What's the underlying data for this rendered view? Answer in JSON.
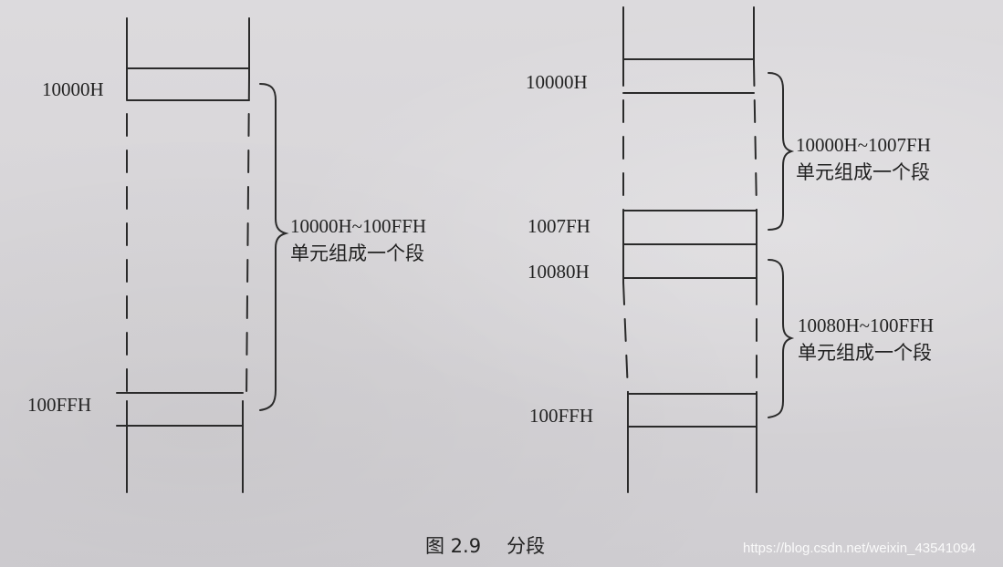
{
  "left_diagram": {
    "start_address": "10000H",
    "end_address": "100FFH",
    "segment_note_line1": "10000H~100FFH",
    "segment_note_line2": "单元组成一个段"
  },
  "right_diagram": {
    "segment1_start": "10000H",
    "segment1_end": "1007FH",
    "segment1_note_line1": "10000H~1007FH",
    "segment1_note_line2": "单元组成一个段",
    "segment2_start": "10080H",
    "segment2_end": "100FFH",
    "segment2_note_line1": "10080H~100FFH",
    "segment2_note_line2": "单元组成一个段"
  },
  "caption": {
    "figure_number": "图 2.9",
    "title": "分段"
  },
  "watermark": "https://blog.csdn.net/weixin_43541094",
  "colors": {
    "ink": "#222222",
    "paper": "#d8d6d8"
  }
}
